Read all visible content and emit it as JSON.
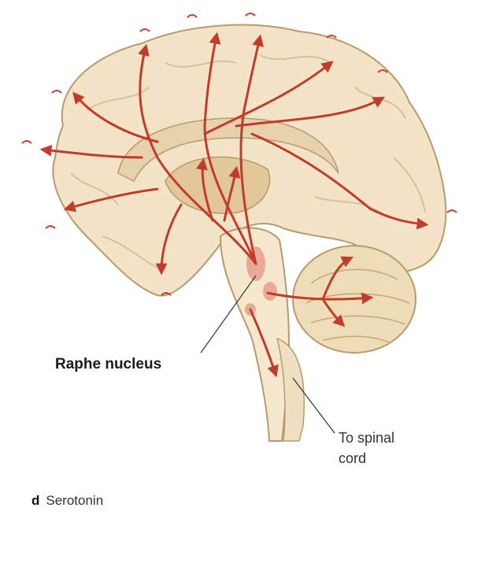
{
  "labels": {
    "raphe": "Raphe nucleus",
    "spinal_line1": "To spinal",
    "spinal_line2": "cord"
  },
  "caption": {
    "letter": "d",
    "text": "Serotonin"
  },
  "colors": {
    "pathway": "#c33b2b",
    "brain_fill": "#f3e4c7",
    "brain_shadow": "#d9c19a",
    "brain_outline": "#b89a6e",
    "nucleus_highlight": "#e8a08c",
    "leader_line": "#333333"
  }
}
